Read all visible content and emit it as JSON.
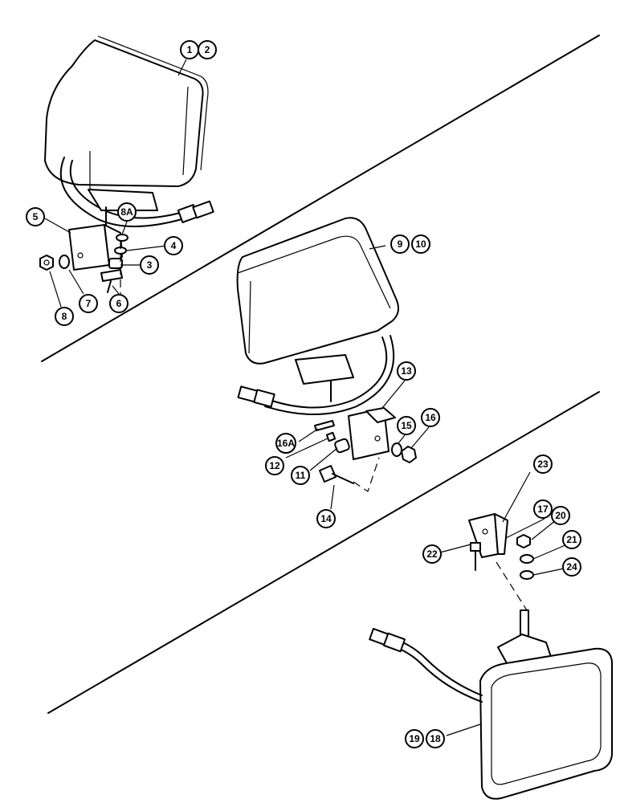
{
  "callouts": {
    "c1": "1",
    "c2": "2",
    "c3": "3",
    "c4": "4",
    "c5": "5",
    "c6": "6",
    "c7": "7",
    "c8": "8",
    "c8a": "8A",
    "c9": "9",
    "c10": "10",
    "c11": "11",
    "c12": "12",
    "c13": "13",
    "c14": "14",
    "c15": "15",
    "c16": "16",
    "c16a": "16A",
    "c17": "17",
    "c18": "18",
    "c19": "19",
    "c20": "20",
    "c21": "21",
    "c22": "22",
    "c23": "23",
    "c24": "24"
  }
}
